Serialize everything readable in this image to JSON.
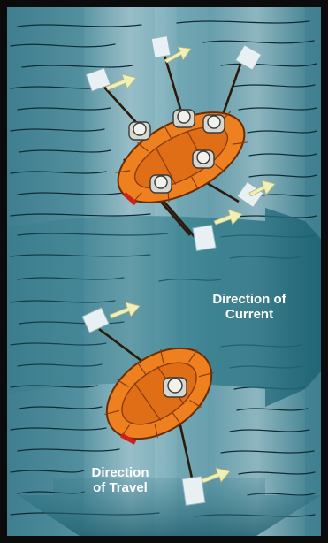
{
  "figure": {
    "labels": {
      "current": {
        "line1": "Direction of",
        "line2": "Current"
      },
      "travel": {
        "line1": "Direction",
        "line2": "of  Travel"
      }
    }
  },
  "colors": {
    "frame": "#0b0b0b",
    "water": "#4f8f9f",
    "water_light": "#8fbcc6",
    "wave_line": "#0e2c36",
    "raft": "#ee8020",
    "raft_dark": "#8a3c0c",
    "raft_stripe": "#d0201a",
    "arrow_current": "#2e7a8a",
    "oar_blade": "#e8f0f4",
    "stroke_arrow": "#f0efb6",
    "paddler_helmet": "#d8d8d0"
  }
}
